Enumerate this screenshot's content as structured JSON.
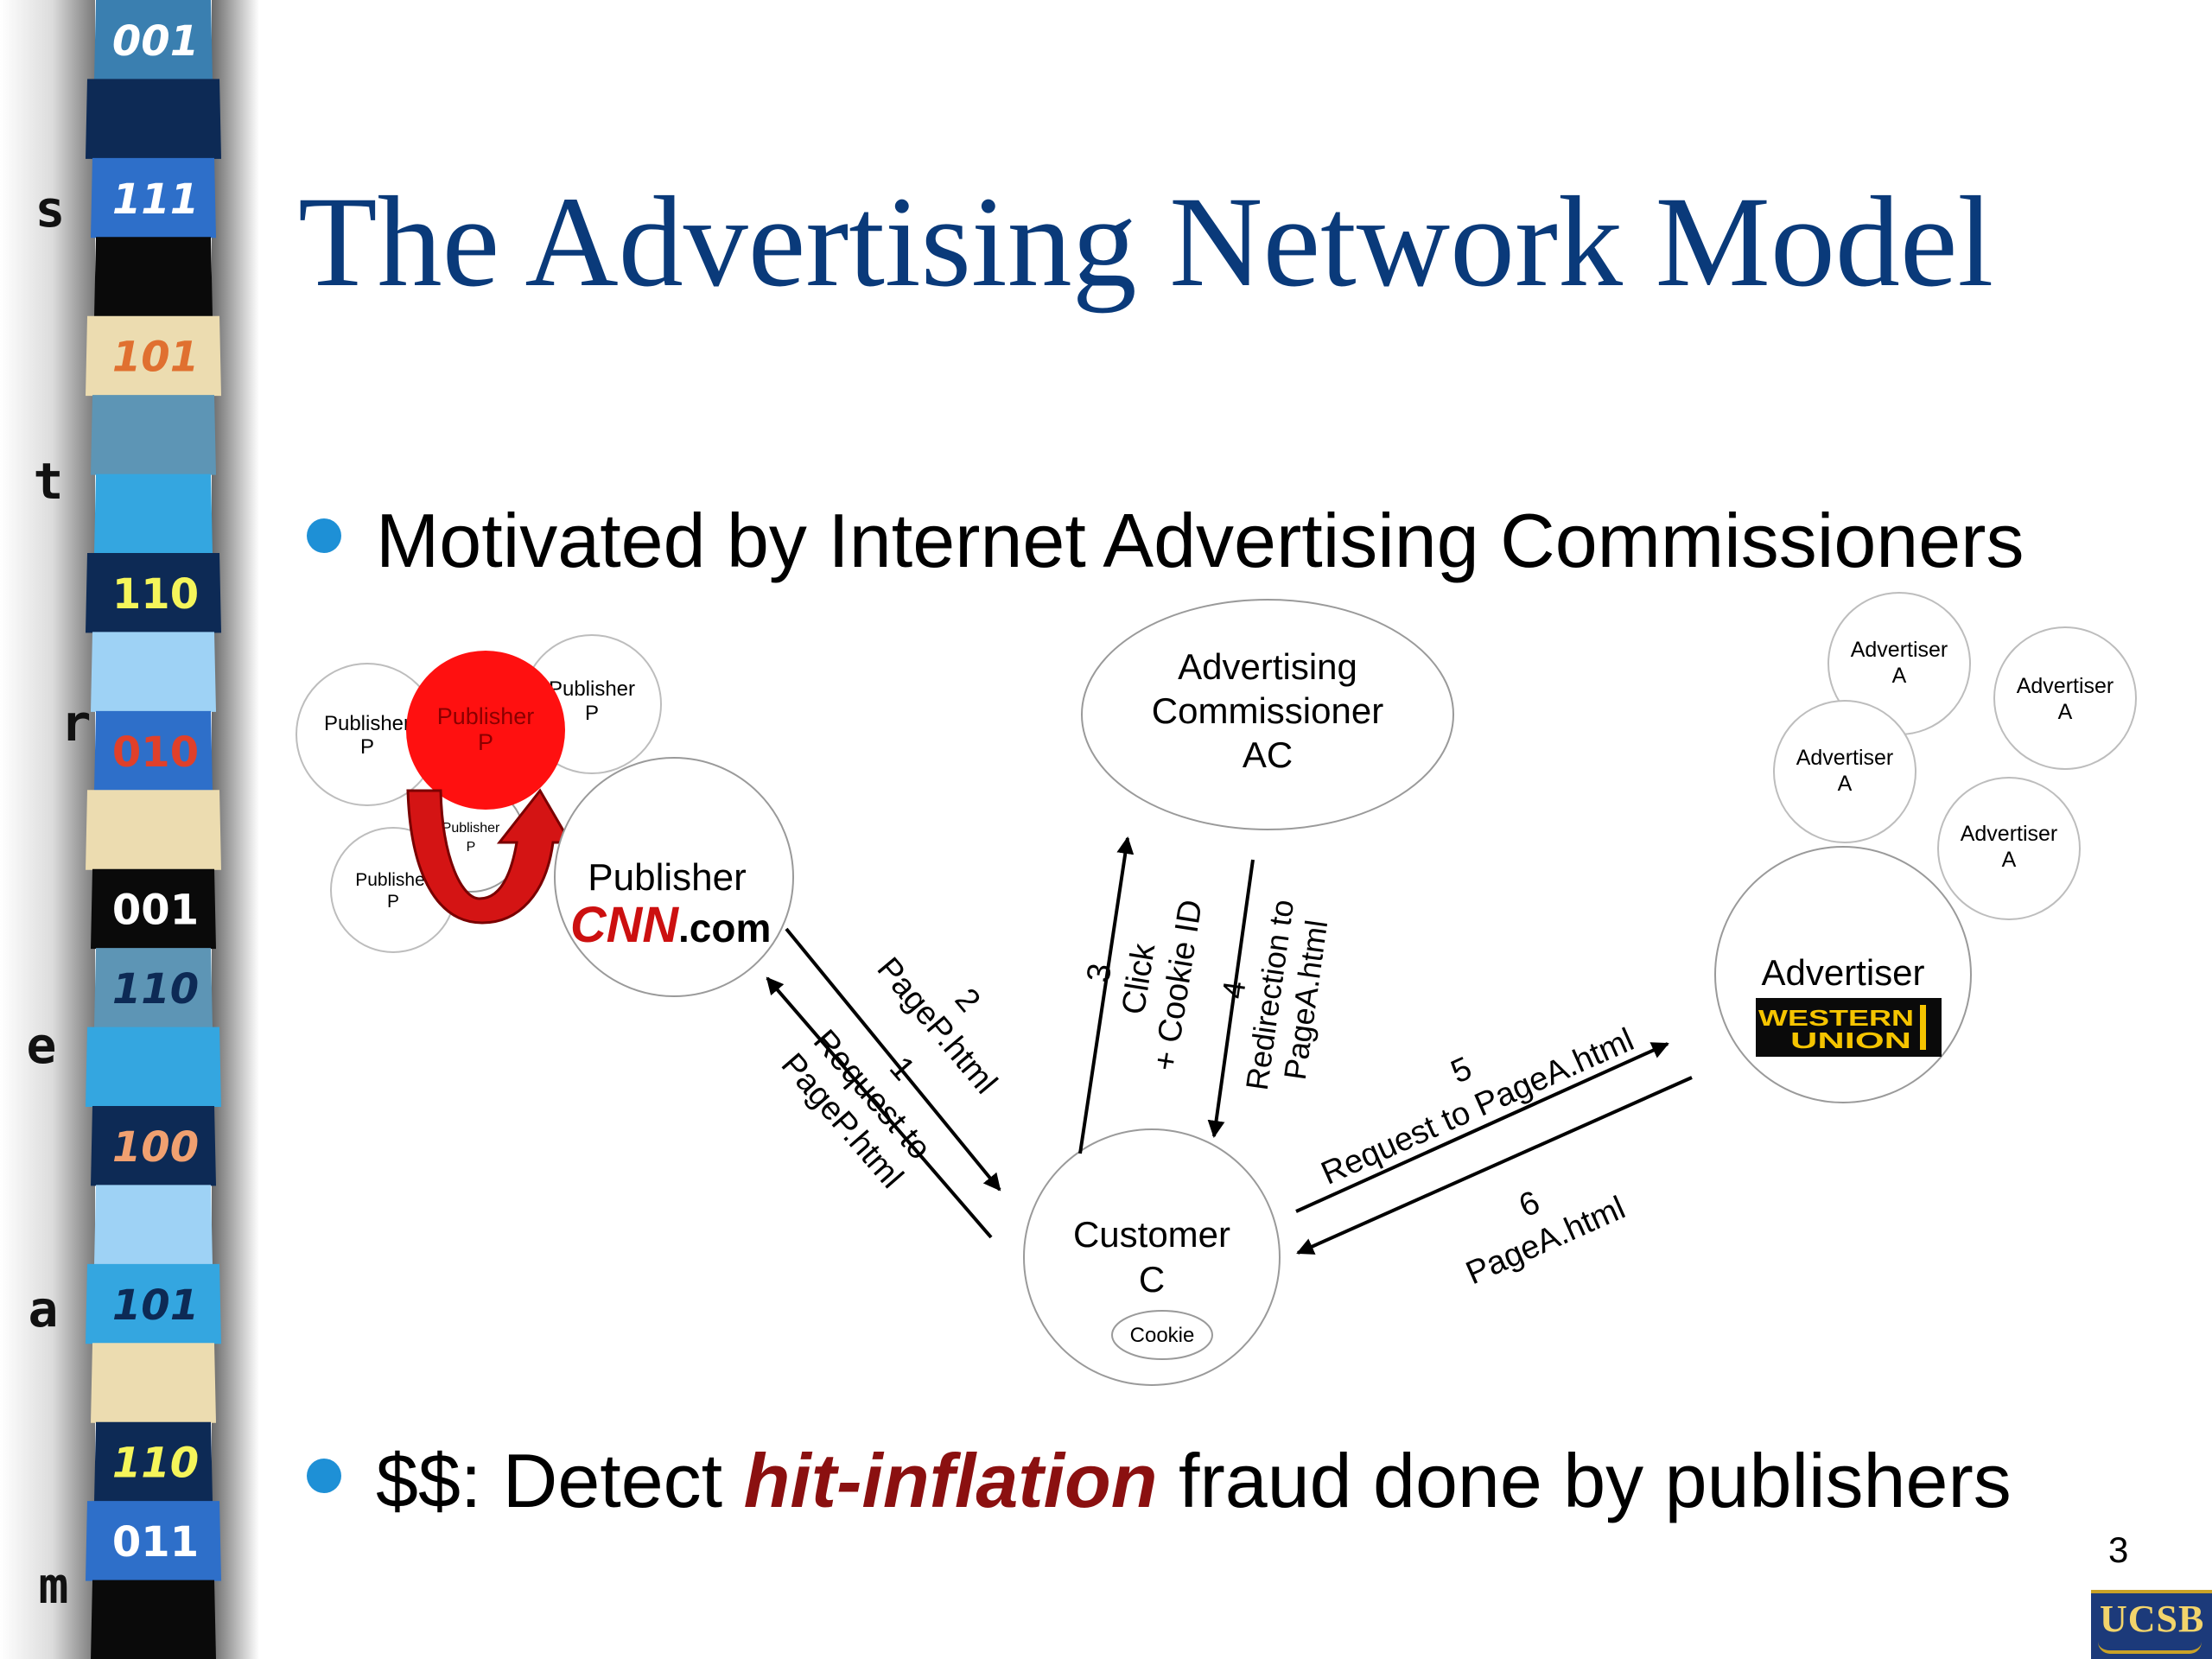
{
  "slide": {
    "title": "The Advertising Network Model",
    "bullet1": "Motivated by Internet Advertising Commissioners",
    "bullet2": {
      "prefix": "$$: Detect ",
      "emphasis": "hit-inflation",
      "suffix": " fraud done by publishers"
    },
    "page_number": "3",
    "logo": "UCSB"
  },
  "sidebar": {
    "letters": [
      "s",
      "t",
      "r",
      "e",
      "a",
      "m"
    ],
    "bands": [
      {
        "label": "001",
        "fill": "#3a7fb0",
        "text": "#ffffff"
      },
      {
        "label": "",
        "fill": "#0d2a55",
        "text": "#ffffff"
      },
      {
        "label": "111",
        "fill": "#2e6fc9",
        "text": "#ffffff"
      },
      {
        "label": "",
        "fill": "#0a0a0a",
        "text": "#ffffff"
      },
      {
        "label": "101",
        "fill": "#ecdcb0",
        "text": "#e07030"
      },
      {
        "label": "",
        "fill": "#5d95b5",
        "text": "#ffffff"
      },
      {
        "label": "",
        "fill": "#34a6e0",
        "text": "#ffffff"
      },
      {
        "label": "110",
        "fill": "#0d2a55",
        "text": "#f5f55a"
      },
      {
        "label": "",
        "fill": "#9ed2f5",
        "text": "#ffffff"
      },
      {
        "label": "010",
        "fill": "#2e6fc9",
        "text": "#e0402a"
      },
      {
        "label": "",
        "fill": "#ecdcb0",
        "text": "#ffffff"
      },
      {
        "label": "001",
        "fill": "#0a0a0a",
        "text": "#ffffff"
      },
      {
        "label": "110",
        "fill": "#5d95b5",
        "text": "#0d2a55"
      },
      {
        "label": "",
        "fill": "#34a6e0",
        "text": "#ffffff"
      },
      {
        "label": "100",
        "fill": "#0d2a55",
        "text": "#f0a070"
      },
      {
        "label": "",
        "fill": "#9ed2f5",
        "text": "#ffffff"
      },
      {
        "label": "101",
        "fill": "#34a6e0",
        "text": "#0d2a55"
      },
      {
        "label": "",
        "fill": "#ecdcb0",
        "text": "#ffffff"
      },
      {
        "label": "110",
        "fill": "#0d2a55",
        "text": "#f5f55a"
      },
      {
        "label": "011",
        "fill": "#2e6fc9",
        "text": "#ffffff"
      },
      {
        "label": "",
        "fill": "#0a0a0a",
        "text": "#ffffff"
      }
    ]
  },
  "diagram": {
    "publisher_p_word": "Publisher",
    "publisher_p_letter": "P",
    "cnn_publisher": "Publisher",
    "cnn_logo": "CNN",
    "cnn_suffix": ".com",
    "ac_lines": [
      "Advertising",
      "Commissioner",
      "AC"
    ],
    "advertiser_word": "Advertiser",
    "advertiser_letter": "A",
    "advertiser_main": "Advertiser",
    "western_union": [
      "WESTERN",
      "UNION"
    ],
    "customer_lines": [
      "Customer",
      "C"
    ],
    "cookie": "Cookie",
    "arrow1": [
      "1",
      "Request to",
      "PageP.html"
    ],
    "arrow2": [
      "2",
      "PageP.html"
    ],
    "arrow3": [
      "3",
      "Click",
      "+ Cookie ID"
    ],
    "arrow4": [
      "4",
      "Redirection to",
      "PageA.html"
    ],
    "arrow5": [
      "5",
      "Request to PageA.html"
    ],
    "arrow6": [
      "6",
      "PageA.html"
    ]
  },
  "colors": {
    "title": "#0a3a7a",
    "bullet": "#1e90d6",
    "emphasis": "#8b1010",
    "publisher_highlight": "#ff1010",
    "loop_arrow": "#d41414",
    "ucsb_blue": "#1c3a7a",
    "ucsb_gold": "#c9a227"
  }
}
